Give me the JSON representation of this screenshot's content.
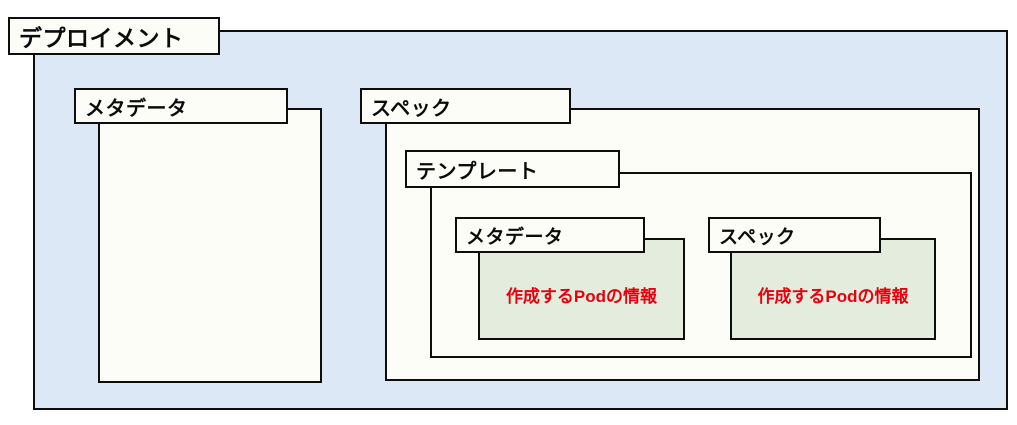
{
  "diagram": {
    "title_label": "デプロイメント",
    "background_color": "#ffffff",
    "outer_fill": "#dde8f7",
    "plain_fill": "#fdfdf8",
    "green_fill": "#e3ecdd",
    "border_color": "#0d0d0d",
    "note_color": "#e8000d"
  },
  "deployment": {
    "label": "デプロイメント",
    "metadata": {
      "label": "メタデータ",
      "body_text": ""
    },
    "spec": {
      "label": "スペック",
      "template": {
        "label": "テンプレート",
        "pod_metadata": {
          "label": "メタデータ",
          "note": "作成するPodの情報"
        },
        "pod_spec": {
          "label": "スペック",
          "note": "作成するPodの情報"
        }
      }
    }
  }
}
